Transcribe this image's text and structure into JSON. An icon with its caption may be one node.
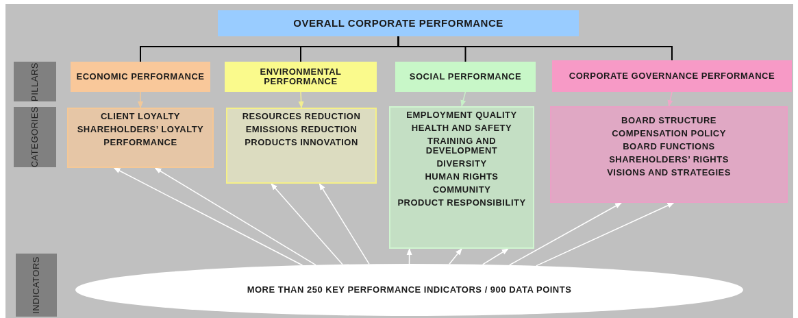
{
  "diagram": {
    "nodes": [
      {
        "text": [
          "OVERALL CORPORATE PERFORMANCE"
        ]
      },
      {
        "text": [
          "PILLARS"
        ]
      },
      {
        "text": [
          "ECONOMIC PERFORMANCE"
        ]
      },
      {
        "text": [
          "ENVIRONMENTAL PERFORMANCE"
        ]
      },
      {
        "text": [
          "SOCIAL PERFORMANCE"
        ]
      },
      {
        "text": [
          "CORPORATE GOVERNANCE PERFORMANCE"
        ]
      },
      {
        "text": [
          "CATEGORIES"
        ]
      },
      {
        "text": [
          "CLIENT LOYALTY",
          "SHAREHOLDERS’ LOYALTY",
          "PERFORMANCE"
        ]
      },
      {
        "text": [
          "RESOURCES REDUCTION",
          "EMISSIONS REDUCTION",
          "PRODUCTS INNOVATION"
        ]
      },
      {
        "text": [
          "EMPLOYMENT QUALITY",
          "HEALTH AND SAFETY",
          "TRAINING AND DEVELOPMENT",
          "DIVERSITY",
          "HUMAN RIGHTS",
          "COMMUNITY",
          "PRODUCT RESPONSIBILITY"
        ]
      },
      {
        "text": [
          "BOARD STRUCTURE",
          "COMPENSATION POLICY",
          "BOARD FUNCTIONS",
          "SHAREHOLDERS’ RIGHTS",
          "VISIONS AND STRATEGIES"
        ]
      },
      {
        "text": [
          "INDICATORS"
        ]
      },
      {
        "text": [
          "MORE THAN 250 KEY PERFORMANCE INDICATORS / 900 DATA POINTS"
        ]
      }
    ],
    "edges": [
      {
        "from": 0,
        "to": 2,
        "arrow": "none",
        "color": "#000000"
      },
      {
        "from": 0,
        "to": 3,
        "arrow": "none",
        "color": "#000000"
      },
      {
        "from": 0,
        "to": 4,
        "arrow": "none",
        "color": "#000000"
      },
      {
        "from": 0,
        "to": 5,
        "arrow": "none",
        "color": "#000000"
      },
      {
        "from": 2,
        "to": 7,
        "arrow": "to",
        "color": "#f2c898"
      },
      {
        "from": 3,
        "to": 8,
        "arrow": "to",
        "color": "#f2ee90"
      },
      {
        "from": 4,
        "to": 9,
        "arrow": "to",
        "color": "#c8f0c8"
      },
      {
        "from": 5,
        "to": 10,
        "arrow": "to",
        "color": "#f0a8c8"
      },
      {
        "from": 12,
        "to": 7,
        "arrow": "to"
      },
      {
        "from": 12,
        "to": 7,
        "arrow": "to"
      },
      {
        "from": 12,
        "to": 8,
        "arrow": "to"
      },
      {
        "from": 12,
        "to": 8,
        "arrow": "to"
      },
      {
        "from": 12,
        "to": 9,
        "arrow": "to"
      },
      {
        "from": 12,
        "to": 9,
        "arrow": "to"
      },
      {
        "from": 12,
        "to": 9,
        "arrow": "to"
      },
      {
        "from": 12,
        "to": 10,
        "arrow": "to"
      },
      {
        "from": 12,
        "to": 10,
        "arrow": "to"
      }
    ]
  }
}
